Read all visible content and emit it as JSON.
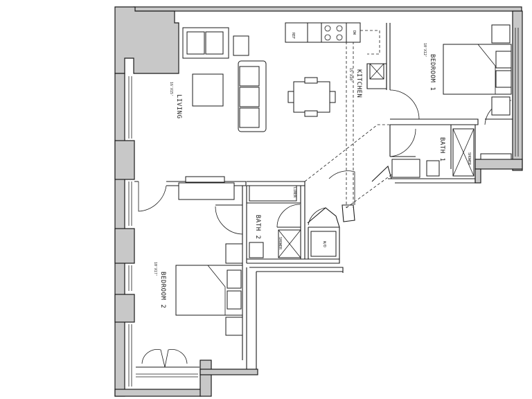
{
  "rooms": {
    "living": {
      "name": "LIVING",
      "dims": "16'X15'"
    },
    "kitchen": {
      "name": "KITCHEN",
      "dims": "15'X10'"
    },
    "bedroom1": {
      "name": "BEDROOM 1",
      "dims": "10'X12'"
    },
    "bath1": {
      "name": "BATH 1"
    },
    "bedroom2": {
      "name": "BEDROOM 2",
      "dims": "10'X17'"
    },
    "bath2": {
      "name": "BATH 2"
    }
  },
  "fixtures": {
    "refrigerator": "REF",
    "dishwasher": "DW",
    "linen": "LINEN",
    "washer_dryer": "W/D",
    "shower1": "SHOWER",
    "shower2": "SHOWER"
  }
}
